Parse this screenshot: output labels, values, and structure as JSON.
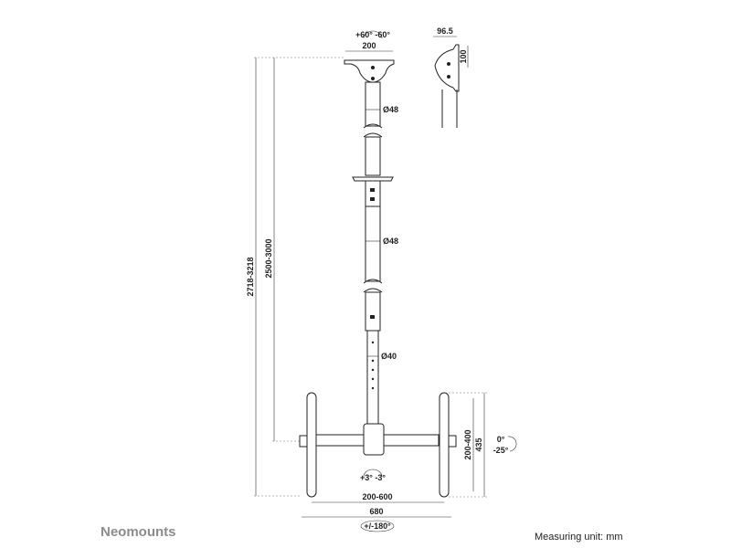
{
  "brand": "Neomounts",
  "measuring_unit": "Measuring unit: mm",
  "dimensions": {
    "swivel_top": "+60° -60°",
    "plate_width": "200",
    "side_depth": "96.5",
    "side_height": "100",
    "pole_diameter_upper": "Ø48",
    "pole_diameter_middle": "Ø48",
    "pole_diameter_lower": "Ø40",
    "total_height": "2718-3218",
    "pole_height": "2500-3000",
    "vesa_vertical": "200-400",
    "plate_height": "435",
    "tilt": [
      "0°",
      "-25°"
    ],
    "level": "+3° -3°",
    "vesa_horizontal": "200-600",
    "arm_width": "680",
    "rotation": "+/-180°"
  }
}
